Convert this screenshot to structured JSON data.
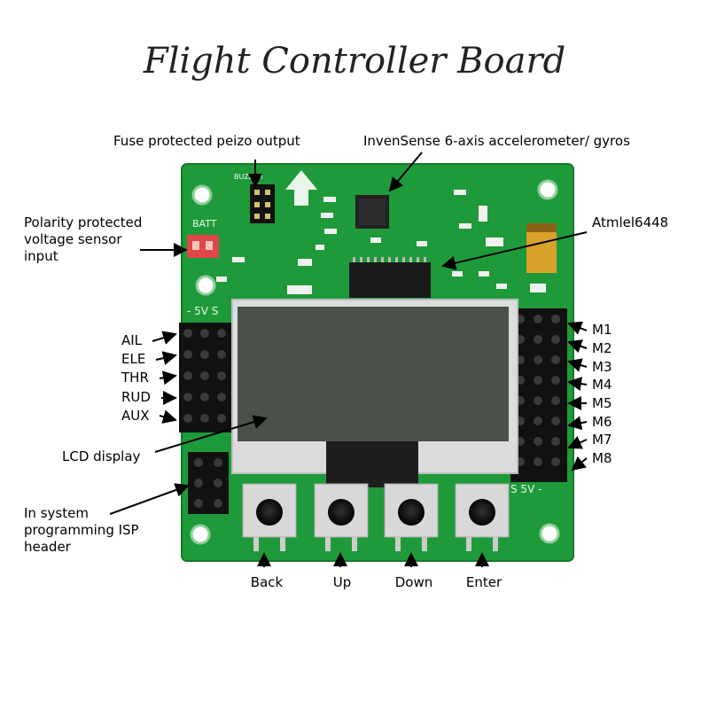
{
  "title": "Flight Controller Board",
  "callouts": {
    "fuse": "Fuse protected peizo output",
    "imu": "InvenSense 6-axis accelerometer/ gyros",
    "mcu": "Atmlel6448",
    "polarity": [
      "Polarity protected",
      "voltage sensor",
      "input"
    ],
    "lcd": "LCD display",
    "isp": [
      "In system",
      "programming ISP",
      "header"
    ]
  },
  "inputs": [
    "AIL",
    "ELE",
    "THR",
    "RUD",
    "AUX"
  ],
  "motors": [
    "M1",
    "M2",
    "M3",
    "M4",
    "M5",
    "M6",
    "M7",
    "M8"
  ],
  "buttons": [
    "Back",
    "Up",
    "Down",
    "Enter"
  ],
  "silkscreen": {
    "buzzer": "BUZZER",
    "batt": "BATT",
    "rail_left": "- 5V S",
    "rail_right": "S 5V -"
  },
  "colors": {
    "pcb": "#1f9a3a",
    "lcd": "#4a5149",
    "battery_connector": "#e0464a",
    "capacitor": "#d9a22b"
  }
}
